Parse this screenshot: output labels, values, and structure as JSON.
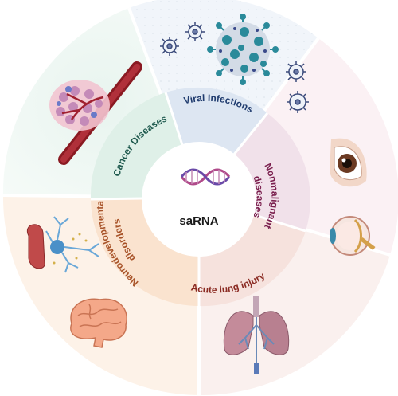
{
  "center": {
    "title": "saRNA"
  },
  "segments": [
    {
      "label": "Viral Infections",
      "color": "#1f3b6e"
    },
    {
      "label": "Nonmalignant diseases",
      "line1": "Nonmalignant",
      "line2": "diseases",
      "color": "#7a1f4e"
    },
    {
      "label": "Acute lung injury",
      "color": "#8a2a22"
    },
    {
      "label": "Neurodevelopmental disorders",
      "line1": "Neurodevelopmental",
      "line2": "disorders",
      "color": "#a8542a"
    },
    {
      "label": "Cancer Diseases",
      "color": "#1f5a4e"
    }
  ],
  "icons": [
    "virus-icon",
    "eye-icon",
    "eyeball-icon",
    "lungs-icon",
    "brain-icon",
    "neuron-icon",
    "tumor-vessel-icon",
    "dna-icon"
  ]
}
